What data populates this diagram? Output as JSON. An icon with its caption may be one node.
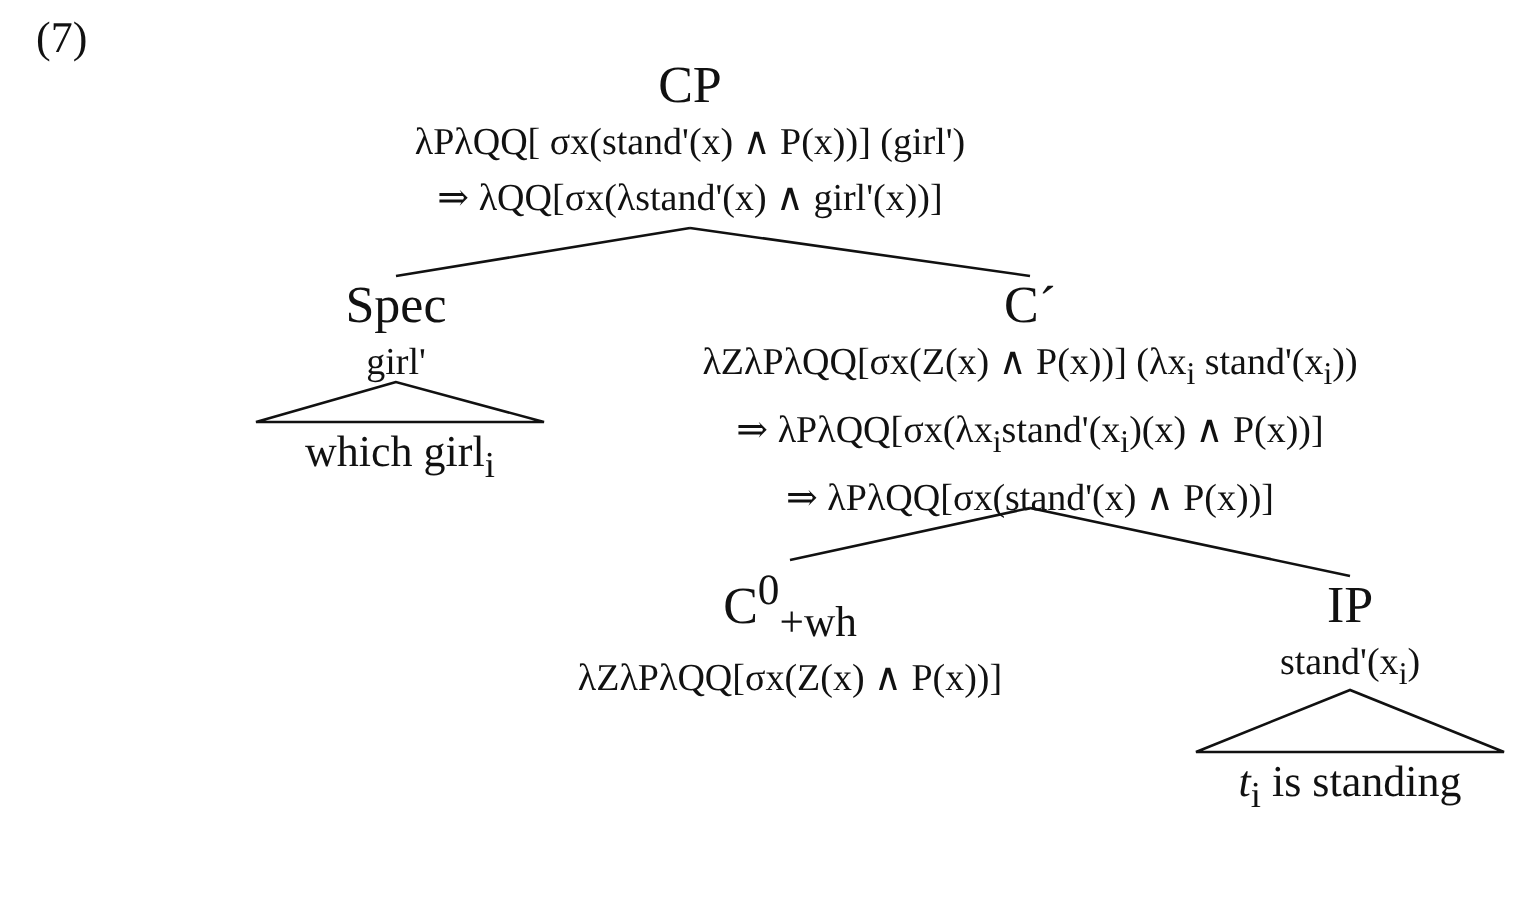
{
  "diagram": {
    "nodes": [
      {
        "text": [
          "CP",
          "λPλQQ[ σx(stand'(x) ∧ P(x))] (girl')",
          "⇒ λQQ[σx(λstand'(x) ∧ girl'(x))]"
        ]
      },
      {
        "text": [
          "Spec",
          "girl'"
        ]
      },
      {
        "text": [
          "which girl$_{i}$"
        ]
      },
      {
        "text": [
          "C´",
          "λZλPλQQ[σx(Z(x) ∧ P(x))] (λx$_{i}$ stand'(x$_{i}$))",
          "⇒ λPλQQ[σx(λx$_{i}$stand'(x$_{i}$)(x) ∧ P(x))]",
          "⇒ λPλQQ[σx(stand'(x) ∧ P(x))]"
        ]
      },
      {
        "text": [
          "C$^{0}$$_{+wh}$",
          "λZλPλQQ[σx(Z(x) ∧ P(x))]"
        ]
      },
      {
        "text": [
          "IP",
          "stand'(x$_{i}$)"
        ]
      },
      {
        "text": [
          "*t*$_{i}$ is standing"
        ]
      }
    ],
    "edges": [
      {
        "from": 0,
        "to": 1,
        "arrow": "none"
      },
      {
        "from": 0,
        "to": 3,
        "arrow": "none"
      },
      {
        "from": 1,
        "to": 2,
        "arrow": "none"
      },
      {
        "from": 3,
        "to": 4,
        "arrow": "none"
      },
      {
        "from": 3,
        "to": 5,
        "arrow": "none"
      },
      {
        "from": 5,
        "to": 6,
        "arrow": "none"
      }
    ],
    "labels": [
      "(7)"
    ]
  }
}
